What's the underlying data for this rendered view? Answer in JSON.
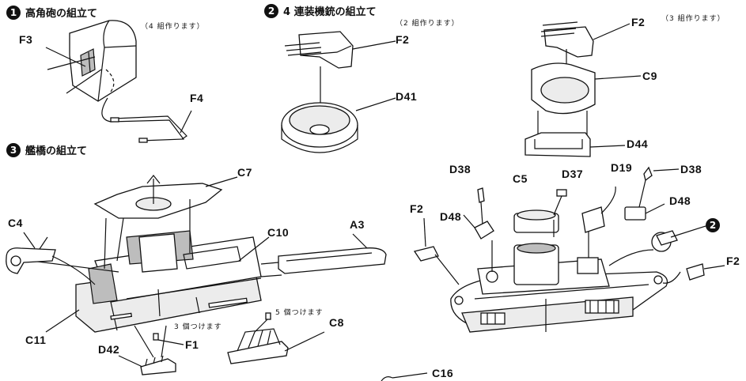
{
  "sections": [
    {
      "number": "1",
      "title": "高角砲の組立て"
    },
    {
      "number": "2",
      "title": "4 連装機銃の組立て"
    },
    {
      "number": "3",
      "title": "艦橋の組立て"
    }
  ],
  "notes": {
    "gun_4sets": "（4 組作ります）",
    "mg_2sets": "（2 組作ります）",
    "mg_3sets": "（3 組作ります）",
    "attach_3": "3 個つけます",
    "attach_5": "5 個つけます"
  },
  "callout_marker": "2",
  "parts": {
    "f3": "F3",
    "f4": "F4",
    "f2_a": "F2",
    "d41": "D41",
    "f2_b": "F2",
    "c9": "C9",
    "d44": "D44",
    "c7": "C7",
    "c4": "C4",
    "c10": "C10",
    "a3": "A3",
    "c11": "C11",
    "d42": "D42",
    "f1": "F1",
    "c8": "C8",
    "c16": "C16",
    "d38_a": "D38",
    "c5": "C5",
    "d37": "D37",
    "d19": "D19",
    "d38_b": "D38",
    "f2_c": "F2",
    "d48_a": "D48",
    "d48_b": "D48",
    "f2_d": "F2"
  }
}
